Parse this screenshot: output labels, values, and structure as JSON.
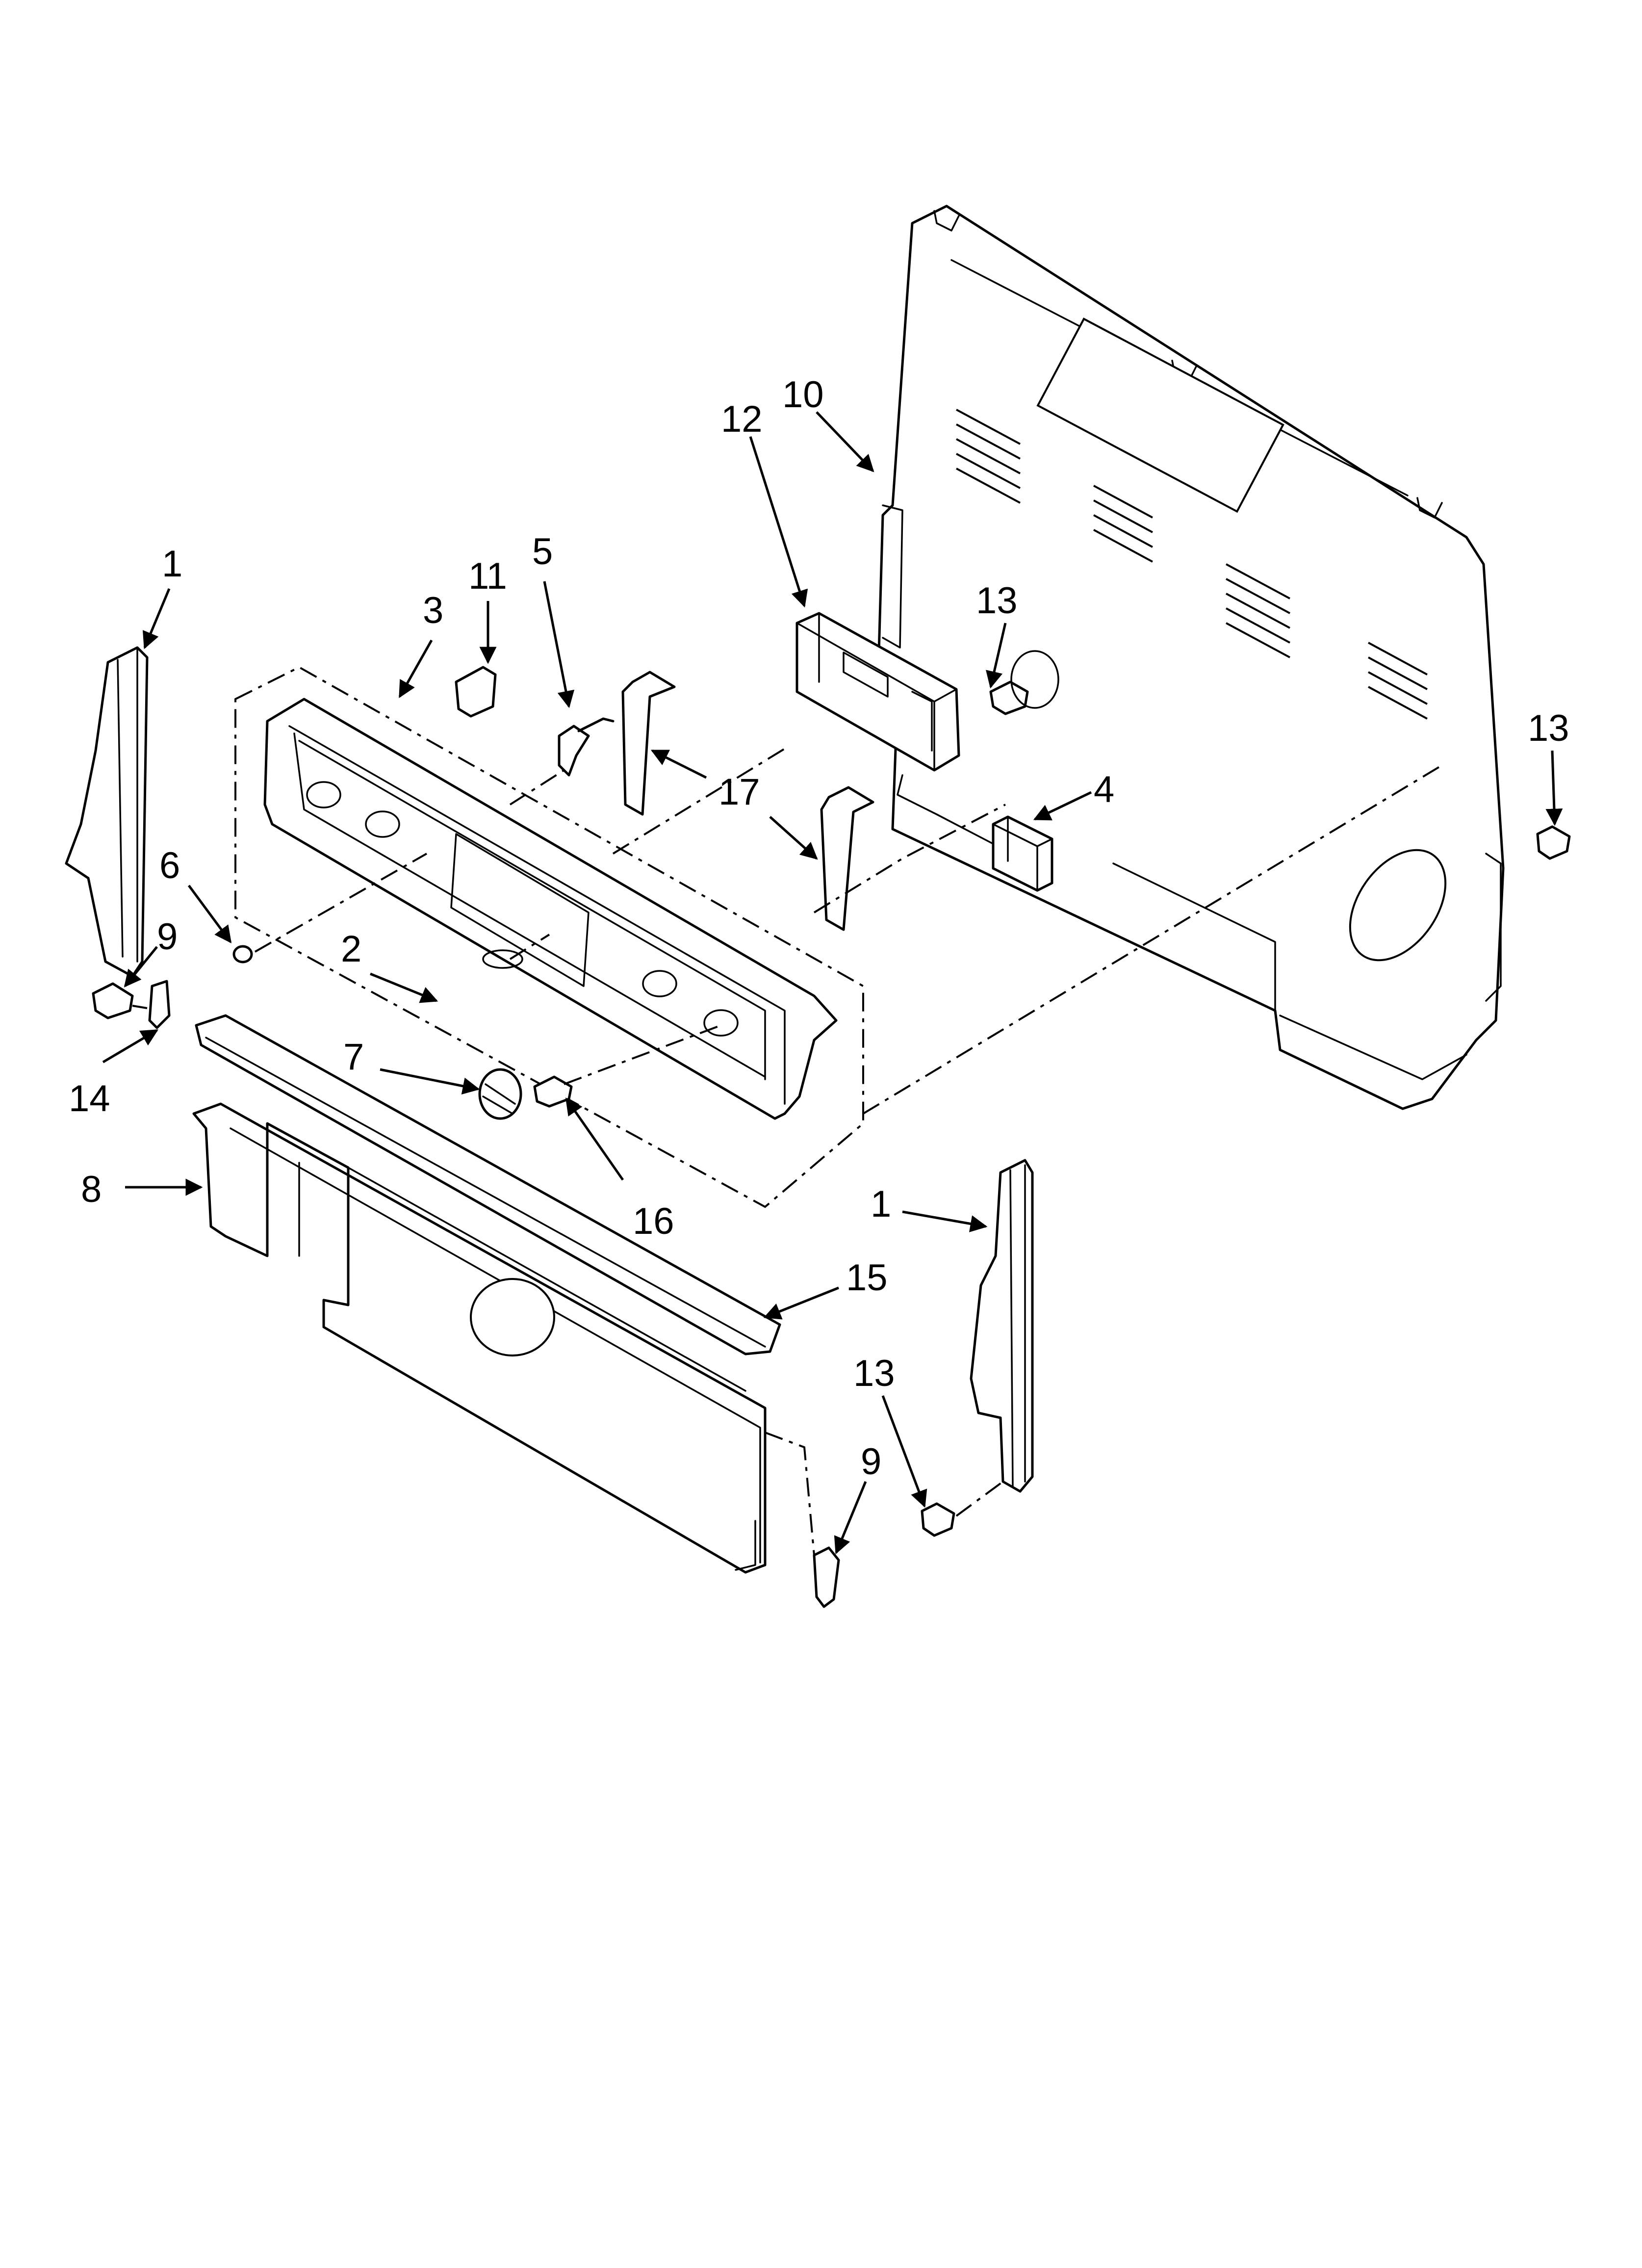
{
  "callouts": [
    {
      "id": "c1a",
      "label": "1"
    },
    {
      "id": "c1b",
      "label": "1"
    },
    {
      "id": "c2",
      "label": "2"
    },
    {
      "id": "c3",
      "label": "3"
    },
    {
      "id": "c4",
      "label": "4"
    },
    {
      "id": "c5",
      "label": "5"
    },
    {
      "id": "c6",
      "label": "6"
    },
    {
      "id": "c7",
      "label": "7"
    },
    {
      "id": "c8",
      "label": "8"
    },
    {
      "id": "c9a",
      "label": "9"
    },
    {
      "id": "c9b",
      "label": "9"
    },
    {
      "id": "c10",
      "label": "10"
    },
    {
      "id": "c11",
      "label": "11"
    },
    {
      "id": "c12",
      "label": "12"
    },
    {
      "id": "c13a",
      "label": "13"
    },
    {
      "id": "c13b",
      "label": "13"
    },
    {
      "id": "c13c",
      "label": "13"
    },
    {
      "id": "c14",
      "label": "14"
    },
    {
      "id": "c15",
      "label": "15"
    },
    {
      "id": "c16",
      "label": "16"
    },
    {
      "id": "c17",
      "label": "17"
    }
  ],
  "colors": {
    "line": "#000000",
    "background": "#ffffff"
  }
}
